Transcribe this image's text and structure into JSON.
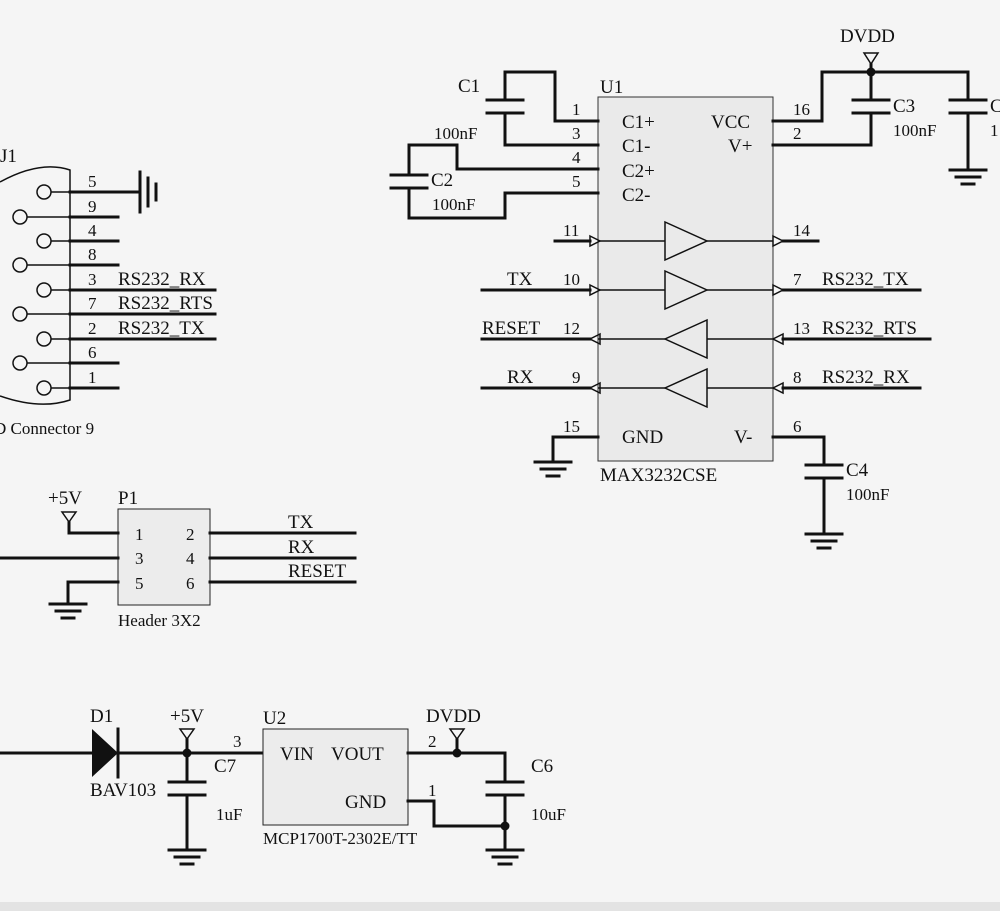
{
  "u1": {
    "ref": "U1",
    "part": "MAX3232CSE",
    "pins_left": [
      "C1+",
      "C1-",
      "C2+",
      "C2-"
    ],
    "pins_right": [
      "VCC",
      "V+"
    ],
    "gnd_label": "GND",
    "vminus_label": "V-",
    "pin_numbers": {
      "p1": "1",
      "p3": "3",
      "p4": "4",
      "p5": "5",
      "p16": "16",
      "p2": "2",
      "p11": "11",
      "p10": "10",
      "p12": "12",
      "p9": "9",
      "p14": "14",
      "p7": "7",
      "p13": "13",
      "p8": "8",
      "p15": "15",
      "p6": "6"
    },
    "net_tx": "TX",
    "net_reset": "RESET",
    "net_rx": "RX",
    "net_rs232_tx": "RS232_TX",
    "net_rs232_rts": "RS232_RTS",
    "net_rs232_rx": "RS232_RX"
  },
  "caps": {
    "c1": {
      "ref": "C1",
      "value": "100nF"
    },
    "c2": {
      "ref": "C2",
      "value": "100nF"
    },
    "c3": {
      "ref": "C3",
      "value": "100nF"
    },
    "c4": {
      "ref": "C4",
      "value": "100nF"
    },
    "c5": {
      "ref_partial": "C",
      "value_partial": "1"
    },
    "c6": {
      "ref": "C6",
      "value": "10uF"
    },
    "c7": {
      "ref": "C7",
      "value": "1uF"
    }
  },
  "dvdd_top": "DVDD",
  "connector": {
    "ref_partial": "J1",
    "label": "D Connector 9",
    "pins": [
      "5",
      "9",
      "4",
      "8",
      "3",
      "7",
      "2",
      "6",
      "1"
    ],
    "net_p3": "RS232_RX",
    "net_p7": "RS232_RTS",
    "net_p2": "RS232_TX"
  },
  "header": {
    "ref": "P1",
    "label": "Header 3X2",
    "power": "+5V",
    "pins": [
      "1",
      "2",
      "3",
      "4",
      "5",
      "6"
    ],
    "nets": [
      "TX",
      "RX",
      "RESET"
    ]
  },
  "power": {
    "d1_ref": "D1",
    "d1_part": "BAV103",
    "vplus": "+5V",
    "u2_ref": "U2",
    "u2_vin": "VIN",
    "u2_vout": "VOUT",
    "u2_gnd": "GND",
    "u2_part": "MCP1700T-2302E/TT",
    "pin3": "3",
    "pin2": "2",
    "pin1": "1",
    "dvdd": "DVDD"
  }
}
